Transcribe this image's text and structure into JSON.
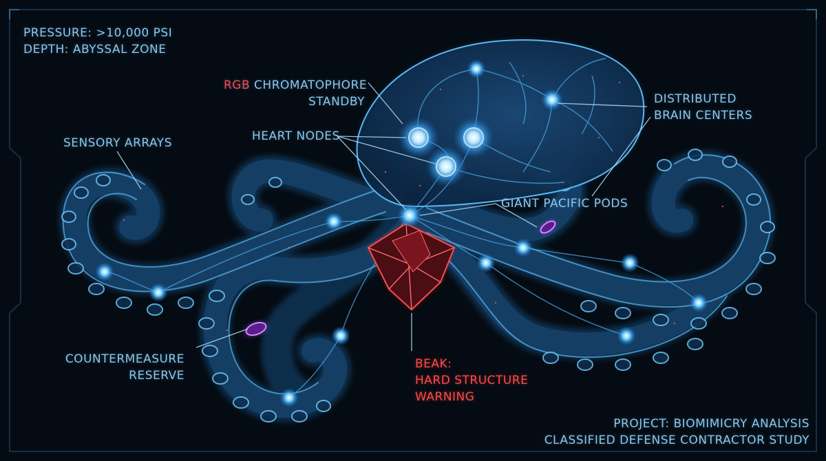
{
  "hud": {
    "pressure": "PRESSURE: >10,000 PSI",
    "depth": "DEPTH: ABYSSAL ZONE",
    "chromatophore_prefix": "RGB",
    "chromatophore_rest": " CHROMATOPHORE",
    "chromatophore_line2": "STANDBY",
    "distributed_line1": "DISTRIBUTED",
    "distributed_line2": "BRAIN CENTERS",
    "sensory": "SENSORY ARRAYS",
    "heart": "HEART NODES",
    "pods": "GIANT PACIFIC PODS",
    "counter_line1": "COUNTERMEASURE",
    "counter_line2": "RESERVE",
    "beak_line1": "BEAK:",
    "beak_line2": "HARD STRUCTURE",
    "beak_line3": "WARNING",
    "project_line1": "PROJECT: BIOMIMICRY ANALYSIS",
    "project_line2": "CLASSIFIED DEFENSE CONTRACTOR STUDY"
  },
  "colors": {
    "background": "#050b12",
    "accent": "#4fb4f0",
    "label": "#8cc6ea",
    "warning": "#ff4a4a",
    "reserve": "#b84cff"
  }
}
